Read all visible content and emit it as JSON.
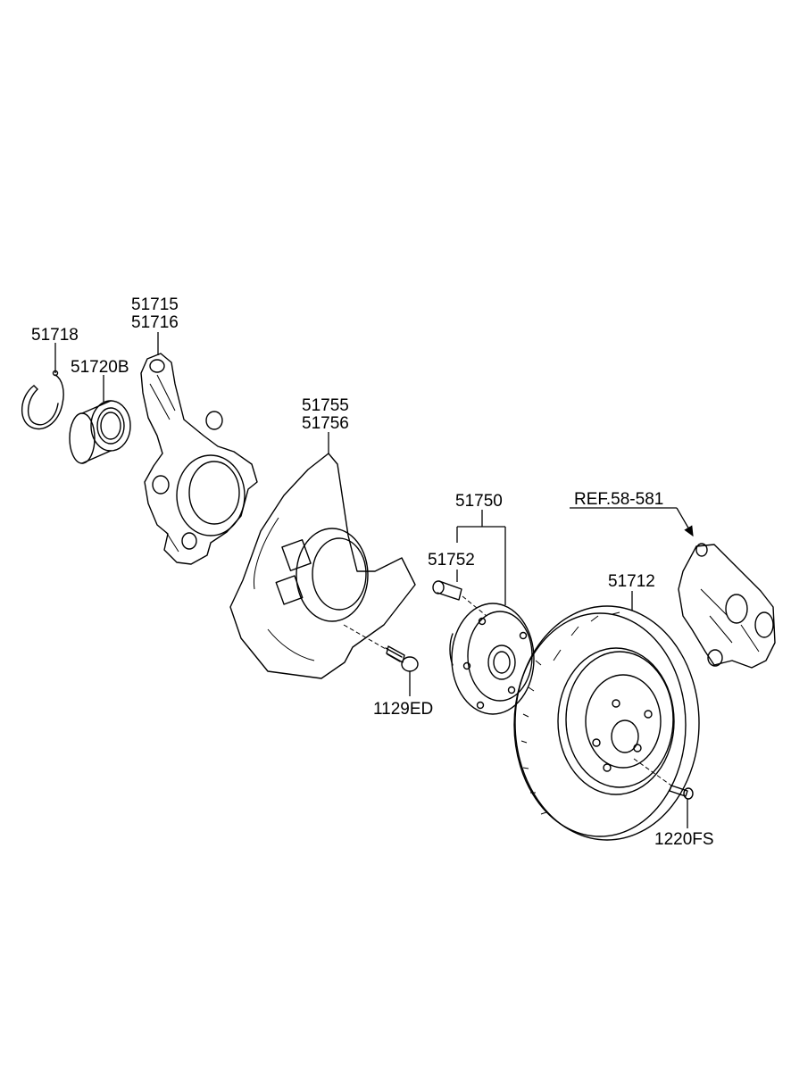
{
  "labels": {
    "p51718": "51718",
    "p51715": "51715",
    "p51716": "51716",
    "p51720b": "51720B",
    "p51755": "51755",
    "p51756": "51756",
    "p51750": "51750",
    "p51752": "51752",
    "ref": "REF.58-581",
    "p51712": "51712",
    "p1129ed": "1129ED",
    "p1220fs": "1220FS"
  },
  "colors": {
    "line": "#000000",
    "background": "#ffffff"
  }
}
